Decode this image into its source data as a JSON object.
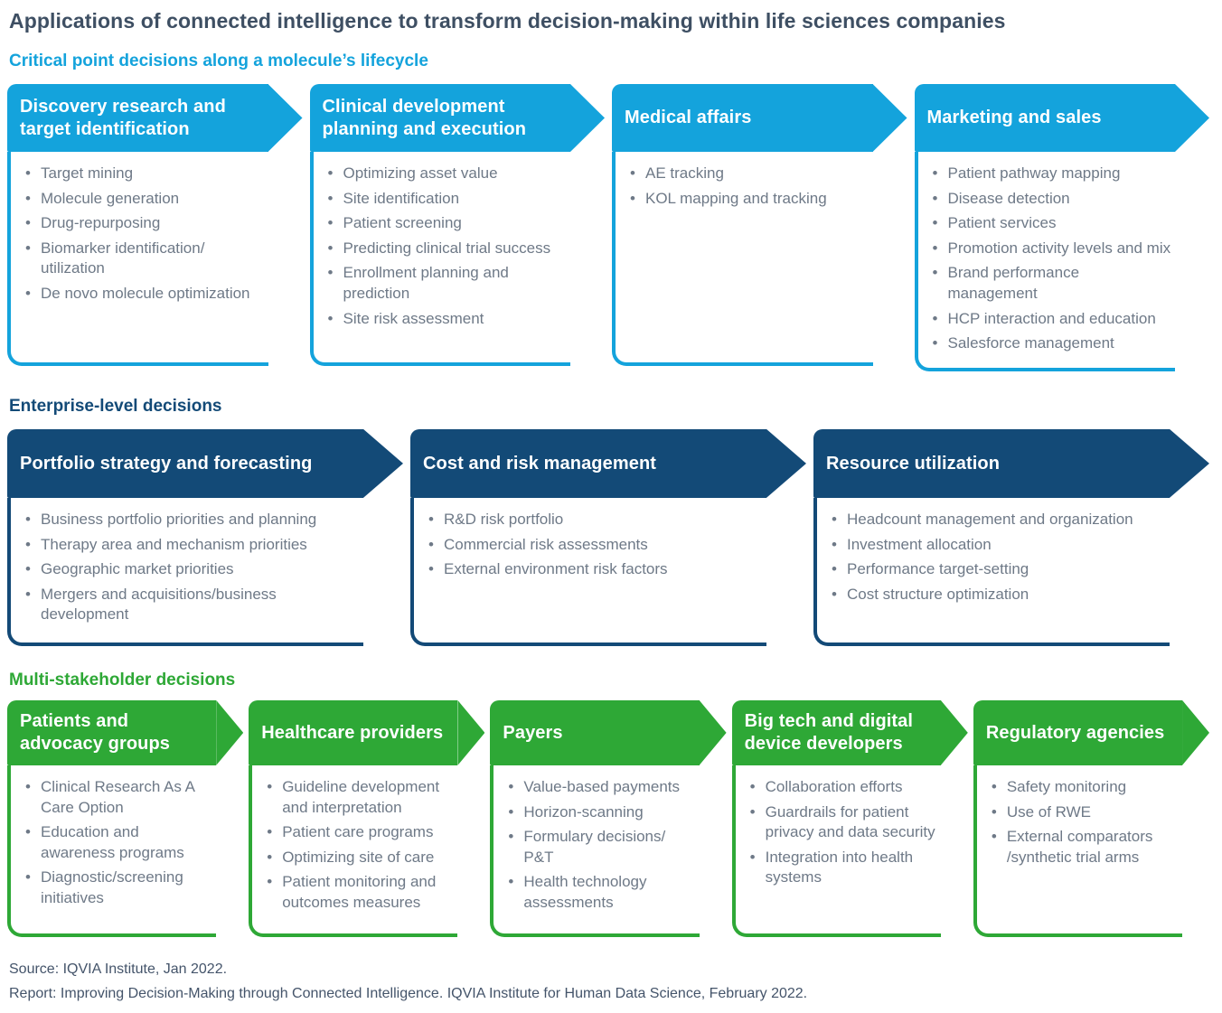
{
  "title": "Applications of connected intelligence to transform decision-making within life sciences companies",
  "sections": [
    {
      "label": "Critical point decisions along a molecule’s lifecycle",
      "color": "#14A3DC",
      "boxes": [
        {
          "header": "Discovery research and target identification",
          "items": [
            "Target mining",
            "Molecule generation",
            "Drug-repurposing",
            "Biomarker identification/ utilization",
            "De novo molecule optimization"
          ]
        },
        {
          "header": "Clinical development planning and execution",
          "items": [
            "Optimizing asset value",
            "Site identification",
            "Patient screening",
            "Predicting clinical trial success",
            "Enrollment planning and prediction",
            "Site risk assessment"
          ]
        },
        {
          "header": "Medical affairs",
          "items": [
            "AE tracking",
            "KOL mapping and tracking"
          ]
        },
        {
          "header": "Marketing and sales",
          "items": [
            "Patient pathway mapping",
            "Disease detection",
            "Patient services",
            "Promotion activity levels and mix",
            "Brand performance management",
            "HCP interaction and education",
            "Salesforce management"
          ]
        }
      ]
    },
    {
      "label": "Enterprise-level decisions",
      "color": "#134A77",
      "boxes": [
        {
          "header": "Portfolio strategy and forecasting",
          "items": [
            "Business portfolio priorities and planning",
            "Therapy area and mechanism priorities",
            "Geographic market priorities",
            "Mergers and acquisitions/business development"
          ]
        },
        {
          "header": "Cost and risk management",
          "items": [
            "R&D risk portfolio",
            "Commercial risk assessments",
            "External environment risk factors"
          ]
        },
        {
          "header": "Resource utilization",
          "items": [
            "Headcount management and organization",
            "Investment allocation",
            "Performance target-setting",
            "Cost structure optimization"
          ]
        }
      ]
    },
    {
      "label": "Multi-stakeholder decisions",
      "color": "#2EA836",
      "boxes": [
        {
          "header": "Patients and advocacy groups",
          "items": [
            "Clinical Research As A Care Option",
            "Education and awareness programs",
            "Diagnostic/screening initiatives"
          ]
        },
        {
          "header": "Healthcare providers",
          "items": [
            "Guideline development and interpretation",
            "Patient care programs",
            "Optimizing site of care",
            "Patient monitoring and outcomes measures"
          ]
        },
        {
          "header": "Payers",
          "items": [
            "Value-based payments",
            "Horizon-scanning",
            "Formulary decisions/ P&T",
            "Health technology assessments"
          ]
        },
        {
          "header": "Big tech and digital device developers",
          "items": [
            "Collaboration efforts",
            "Guardrails for patient privacy and data security",
            "Integration into health systems"
          ]
        },
        {
          "header": "Regulatory agencies",
          "items": [
            "Safety monitoring",
            "Use of RWE",
            "External comparators /synthetic trial arms"
          ]
        }
      ]
    }
  ],
  "footer": {
    "source": "Source: IQVIA Institute, Jan 2022.",
    "report": "Report: Improving Decision-Making through Connected Intelligence. IQVIA Institute for Human Data Science, February 2022."
  }
}
